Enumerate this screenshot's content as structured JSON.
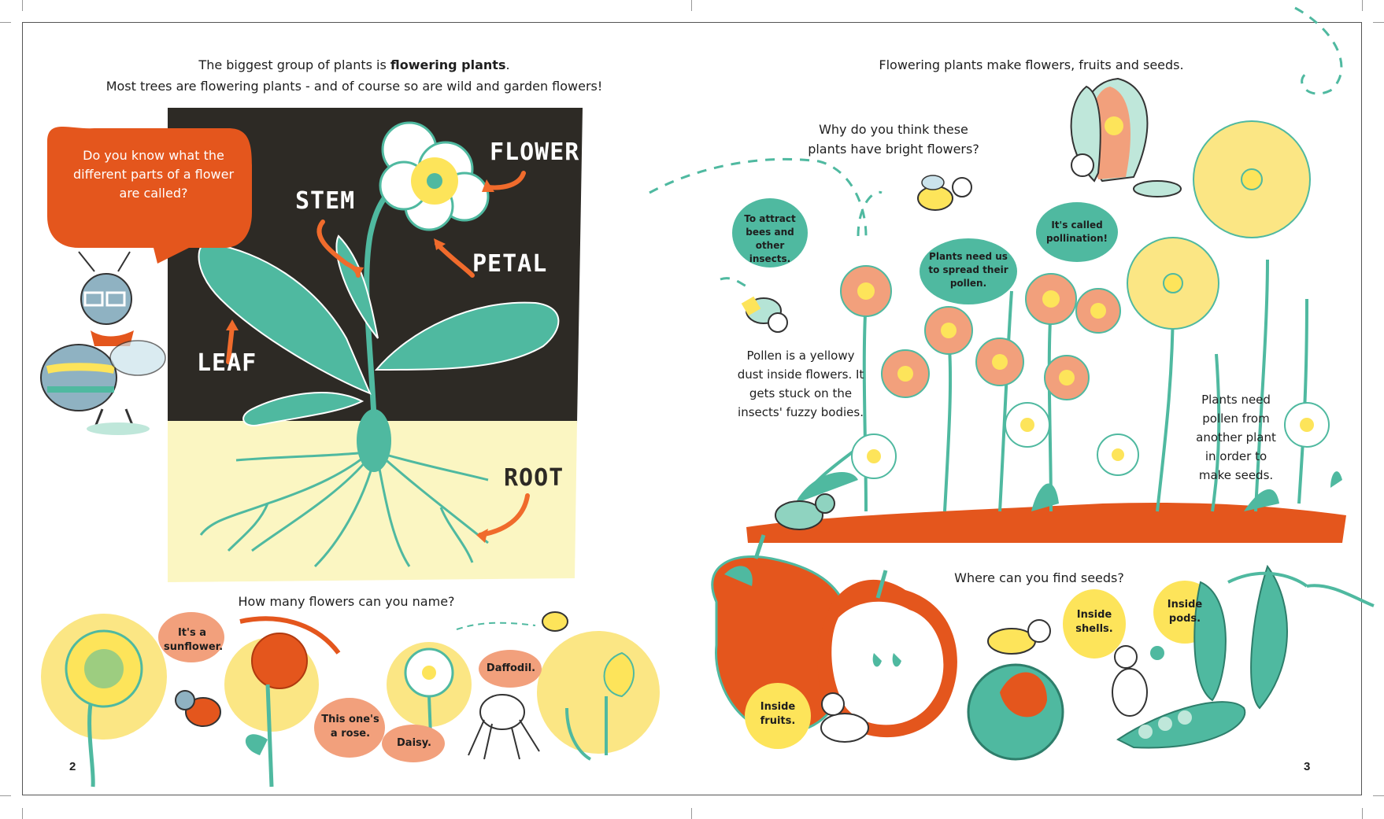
{
  "left_page": {
    "intro_line1_prefix": "The biggest group of plants is ",
    "intro_line1_bold": "flowering plants",
    "intro_line1_suffix": ".",
    "intro_line2": "Most trees are flowering plants - and of course so are wild and garden flowers!",
    "question_bubble": "Do you know what the different parts of a flower are called?",
    "labels": {
      "flower": "FLOWER",
      "stem": "STEM",
      "petal": "PETAL",
      "leaf": "LEAF",
      "root": "ROOT"
    },
    "name_question": "How many flowers can you name?",
    "bubbles": {
      "sunflower": "It's a sunflower.",
      "rose": "This one's a rose.",
      "daffodil": "Daffodil.",
      "daisy": "Daisy."
    },
    "page_number": "2"
  },
  "right_page": {
    "intro": "Flowering plants make flowers, fruits and seeds.",
    "bright_question": "Why do you think these plants have bright flowers?",
    "bubbles": {
      "attract": "To attract bees and other insects.",
      "spread": "Plants need us to spread their pollen.",
      "pollination": "It's called pollination!",
      "fruits": "Inside fruits.",
      "shells": "Inside shells.",
      "pods": "Inside pods."
    },
    "pollen_text": "Pollen is a yellowy dust inside flowers. It gets stuck on the insects' fuzzy bodies.",
    "pollen_need_text": "Plants need pollen from another plant in order to make seeds.",
    "seeds_question": "Where can you find seeds?",
    "page_number": "3"
  },
  "colors": {
    "teal": "#4fb9a0",
    "orange": "#e4561d",
    "cream": "#fbf6c2",
    "yellow": "#fbe684",
    "salmon": "#f2a07c",
    "dark": "#2d2a25"
  }
}
